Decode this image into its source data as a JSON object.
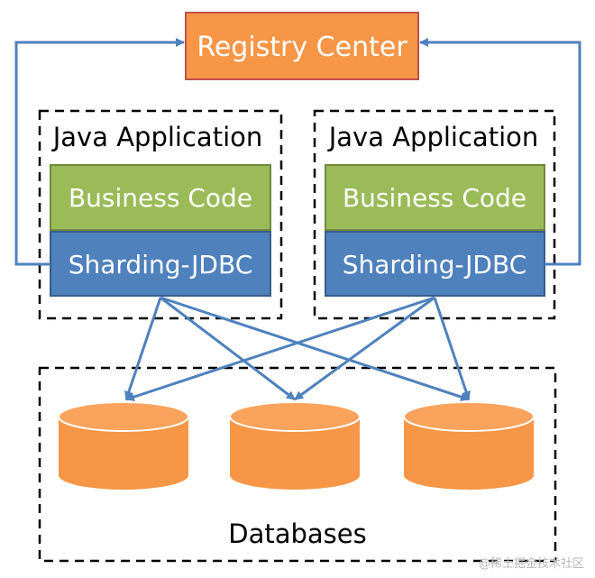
{
  "registry": {
    "label": "Registry Center"
  },
  "apps": [
    {
      "title": "Java Application",
      "business": "Business Code",
      "sharding": "Sharding-JDBC"
    },
    {
      "title": "Java Application",
      "business": "Business Code",
      "sharding": "Sharding-JDBC"
    }
  ],
  "databases": {
    "label": "Databases",
    "count": 3
  },
  "watermark": "@稀土掘金技术社区",
  "colors": {
    "registry_fill": "#f79646",
    "registry_stroke": "#c0504d",
    "business_fill": "#9bbb59",
    "business_stroke": "#71893f",
    "sharding_fill": "#4f81bd",
    "sharding_stroke": "#385d8a",
    "db_fill": "#f79646",
    "db_top": "#f9a35c",
    "arrow": "#4f81bd"
  }
}
